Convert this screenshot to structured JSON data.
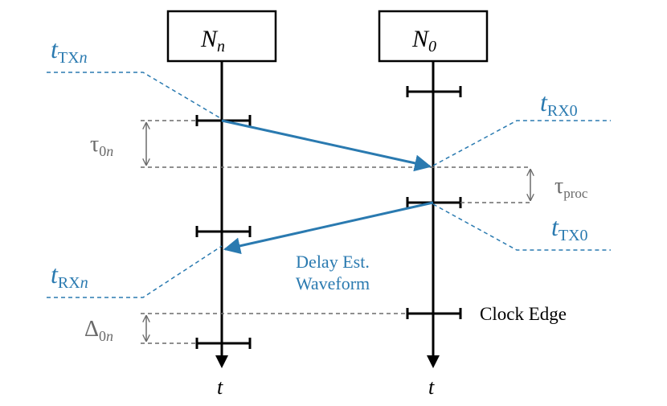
{
  "nodes": {
    "left": {
      "name": "N",
      "sub": "n"
    },
    "right": {
      "name": "N",
      "sub": "0"
    }
  },
  "time_axis_label": "t",
  "labels": {
    "t_txn": {
      "main": "t",
      "sub": "TX",
      "sub_italic": "n"
    },
    "t_rx0": {
      "main": "t",
      "sub": "RX0"
    },
    "t_tx0": {
      "main": "t",
      "sub": "TX0"
    },
    "t_rxn": {
      "main": "t",
      "sub": "RX",
      "sub_italic": "n"
    },
    "tau_0n": {
      "main": "τ",
      "sub": "0",
      "sub_italic": "n"
    },
    "tau_proc": {
      "main": "τ",
      "sub": "proc"
    },
    "delta_0n": {
      "main": "Δ",
      "sub": "0",
      "sub_italic": "n"
    },
    "waveform_line1": "Delay Est.",
    "waveform_line2": "Waveform",
    "clock_edge": "Clock Edge"
  },
  "colors": {
    "blue": "#2a7ab0",
    "gray": "#6a6a6a",
    "black": "#000000"
  }
}
